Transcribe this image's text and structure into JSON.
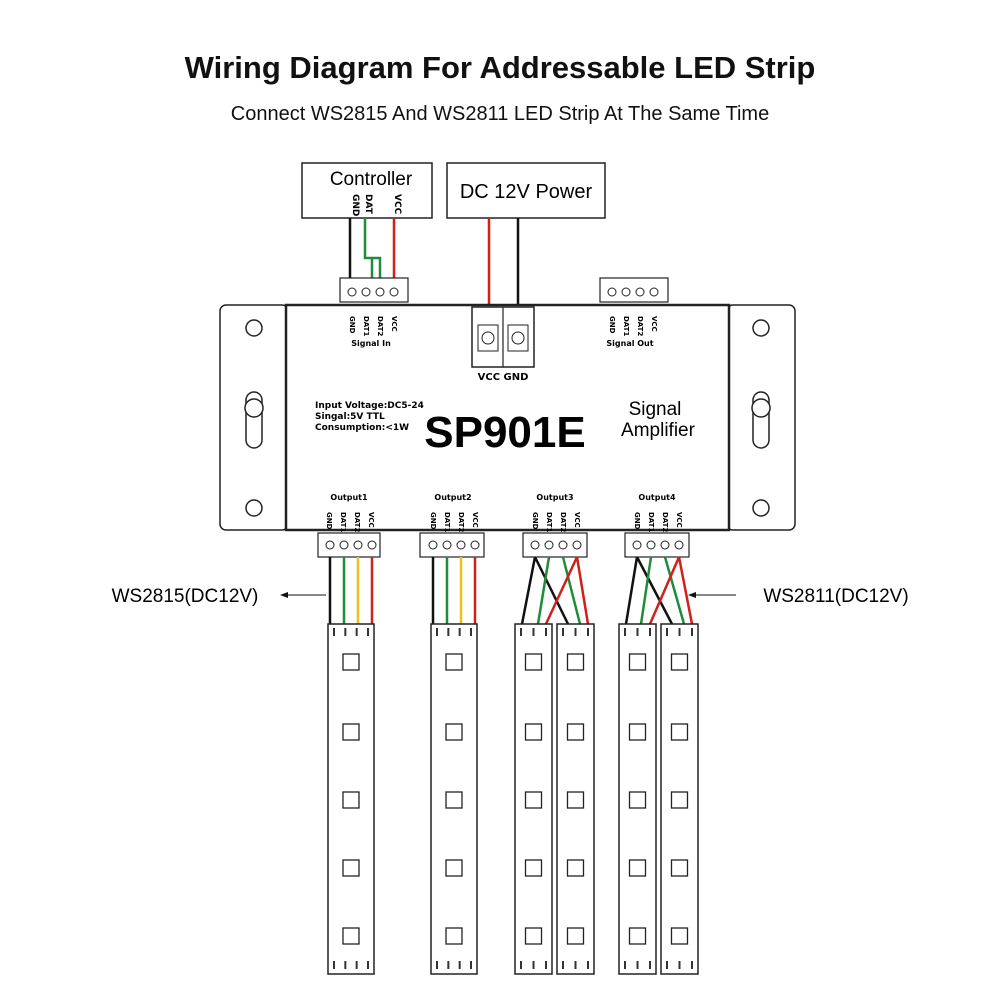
{
  "title": "Wiring Diagram For  Addressable LED Strip",
  "subtitle": "Connect WS2815 And WS2811 LED Strip At The Same Time",
  "controller": {
    "label": "Controller",
    "pins": [
      "GND",
      "DAT",
      "VCC"
    ]
  },
  "power": {
    "label": "DC 12V Power",
    "terminal_label": "VCC GND"
  },
  "device": {
    "model": "SP901E",
    "name_line1": "Signal",
    "name_line2": "Amplifier",
    "spec_line1": "Input Voltage:DC5-24",
    "spec_line2": "Singal:5V TTL",
    "spec_line3": "Consumption:<1W",
    "signal_in_label": "Signal In",
    "signal_out_label": "Signal Out",
    "port_pins": [
      "GND",
      "DAT1",
      "DAT2",
      "VCC"
    ],
    "outputs": [
      "Output1",
      "Output2",
      "Output3",
      "Output4"
    ]
  },
  "strips": {
    "left_label": "WS2815(DC12V)",
    "right_label": "WS2811(DC12V)"
  },
  "colors": {
    "wire_black": "#111111",
    "wire_green": "#1e8c3a",
    "wire_yellow": "#e8c21a",
    "wire_red": "#d0201c",
    "outline": "#222222"
  }
}
